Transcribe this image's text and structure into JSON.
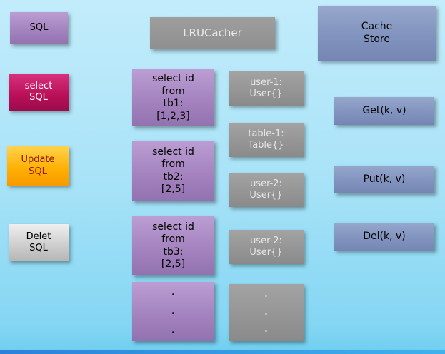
{
  "palette": {
    "background_top": "#c2ecfb",
    "background_bottom": "#6fcdef",
    "purple_box": "#a483bf",
    "magenta_box": "#b80f58",
    "orange_box": "#ffae00",
    "silver_box": "#cfcfcf",
    "gray_box": "#949494",
    "steel_blue_box": "#8193be"
  },
  "left_column": {
    "sql": "SQL",
    "select_sql": "select\nSQL",
    "update_sql": "Update\nSQL",
    "delete_sql": "Delet\nSQL"
  },
  "lru": {
    "title": "LRUCacher",
    "queries": [
      "select id\nfrom\ntb1:\n[1,2,3]",
      "select id\nfrom\ntb2:\n[2,5]",
      "select id\nfrom\ntb3:\n[2,5]",
      ".\n.\n."
    ]
  },
  "cache_objects": [
    "user-1:\nUser{}",
    "table-1:\nTable{}",
    "user-2:\nUser{}",
    "user-2:\nUser{}",
    ".\n.\n."
  ],
  "cache_store": {
    "title": "Cache\nStore",
    "operations": [
      "Get(k, v)",
      "Put(k, v)",
      "Del(k, v)"
    ]
  }
}
